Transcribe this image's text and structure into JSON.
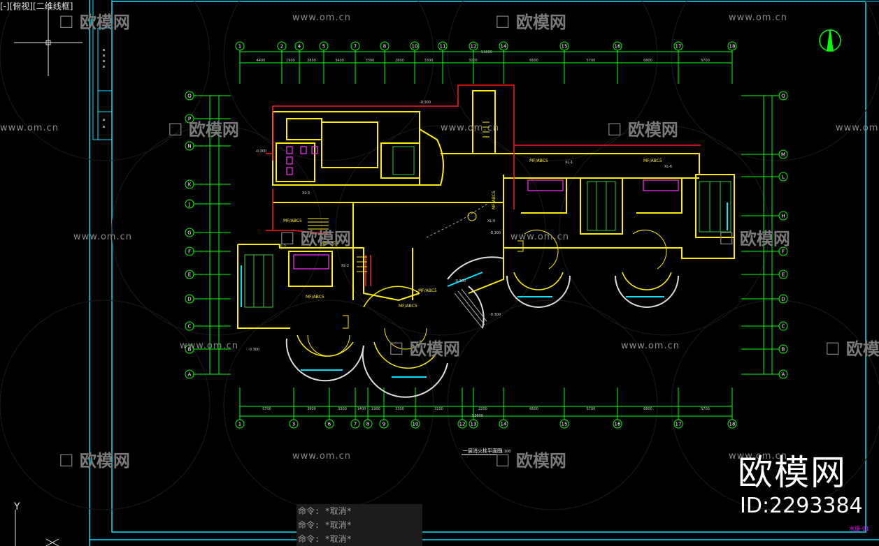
{
  "viewport_label": "[-][俯视][二维线框]",
  "command_history": [
    "命令: *取消*",
    "命令: *取消*",
    "命令: *取消*"
  ],
  "watermark": {
    "logo": "欧模网",
    "url": "www.om.cn"
  },
  "brand": {
    "name": "欧模网",
    "id": "ID:2293384"
  },
  "drawing": {
    "title": "一层消火栓平面图",
    "scale": "1:100",
    "total_dimension": "53600",
    "col_axes": [
      "1",
      "2",
      "4",
      "5",
      "7",
      "8",
      "10",
      "11",
      "12",
      "14",
      "15",
      "16",
      "17",
      "18"
    ],
    "col_axes_bottom": [
      "1",
      "3",
      "6",
      "7",
      "8",
      "9",
      "10",
      "12",
      "13",
      "14",
      "15",
      "16",
      "17",
      "18"
    ],
    "row_axes_left": [
      "Q",
      "P",
      "N",
      "K",
      "J",
      "G",
      "F",
      "E",
      "D",
      "C",
      "B",
      "A"
    ],
    "row_axes_right": [
      "Q",
      "M",
      "L",
      "H",
      "F",
      "E",
      "D",
      "C",
      "B",
      "A"
    ],
    "top_dims": [
      "4400",
      "1900",
      "2800",
      "3400",
      "3300",
      "2800",
      "3300",
      "3200",
      "6600",
      "5700",
      "6800",
      "5700"
    ],
    "bottom_dims": [
      "5700",
      "3900",
      "3300",
      "1400",
      "1900",
      "3300",
      "3100",
      "2200",
      "6600",
      "5700",
      "6800",
      "5700"
    ],
    "elevation_labels": [
      "-0.300",
      "-0.300",
      "-0.300",
      "-0.300",
      "-0.300",
      "-0.300"
    ],
    "extinguisher_label": "MF/ABC5",
    "hydrant_labels": [
      "XL-1",
      "XL-2",
      "XL-3",
      "XL-4",
      "XL-5",
      "XL-6"
    ],
    "sheet_number": "水施-01"
  },
  "colors": {
    "frame": "#00ffff",
    "axis": "#00ff00",
    "wall": "#ffff00",
    "pipe": "#ff0000",
    "furniture": "#ff00ff"
  }
}
